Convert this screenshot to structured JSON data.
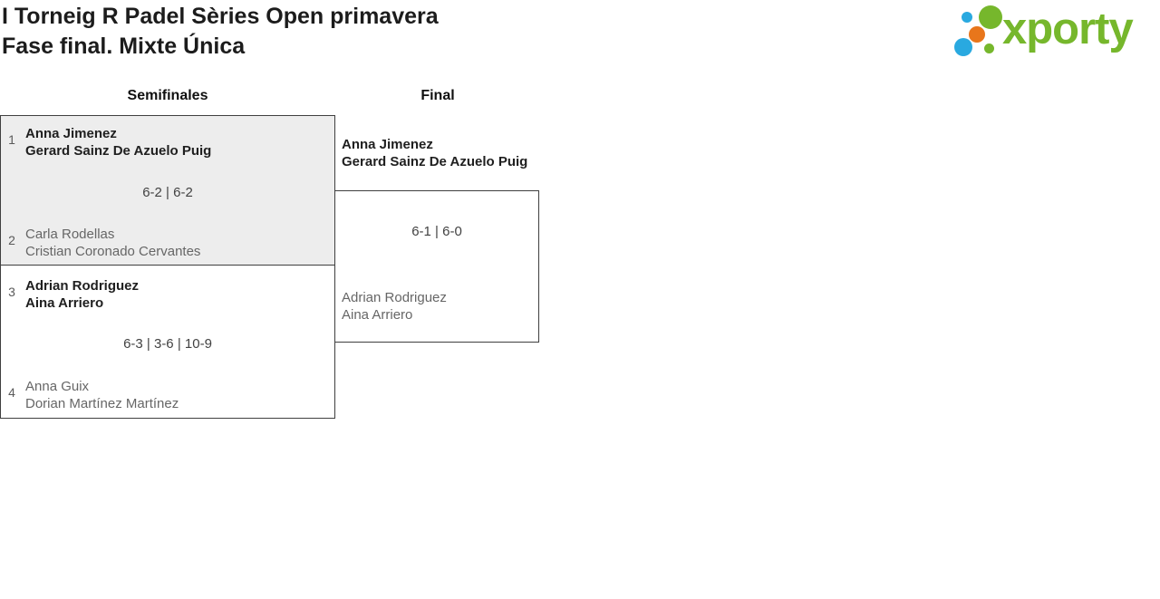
{
  "header": {
    "title_line1": "I Torneig R Padel Sèries Open primavera",
    "title_line2": "Fase final. Mixte Única"
  },
  "logo": {
    "wordmark": "xporty",
    "green": "#76b72c",
    "blue": "#29a9e0",
    "orange": "#e8761b"
  },
  "bracket": {
    "round_labels": {
      "semifinals": "Semifinales",
      "final": "Final"
    },
    "semifinal1": {
      "top_seed": "1",
      "top_player1": "Anna Jimenez",
      "top_player2": "Gerard Sainz De Azuelo Puig",
      "score": "6-2 | 6-2",
      "bottom_seed": "2",
      "bottom_player1": "Carla Rodellas",
      "bottom_player2": "Cristian Coronado Cervantes"
    },
    "semifinal2": {
      "top_seed": "3",
      "top_player1": "Adrian Rodriguez",
      "top_player2": "Aina Arriero",
      "score": "6-3 | 3-6 | 10-9",
      "bottom_seed": "4",
      "bottom_player1": "Anna Guix",
      "bottom_player2": "Dorian Martínez Martínez"
    },
    "final": {
      "top_player1": "Anna Jimenez",
      "top_player2": "Gerard Sainz De Azuelo Puig",
      "score": "6-1 | 6-0",
      "bottom_player1": "Adrian Rodriguez",
      "bottom_player2": "Aina Arriero"
    }
  }
}
